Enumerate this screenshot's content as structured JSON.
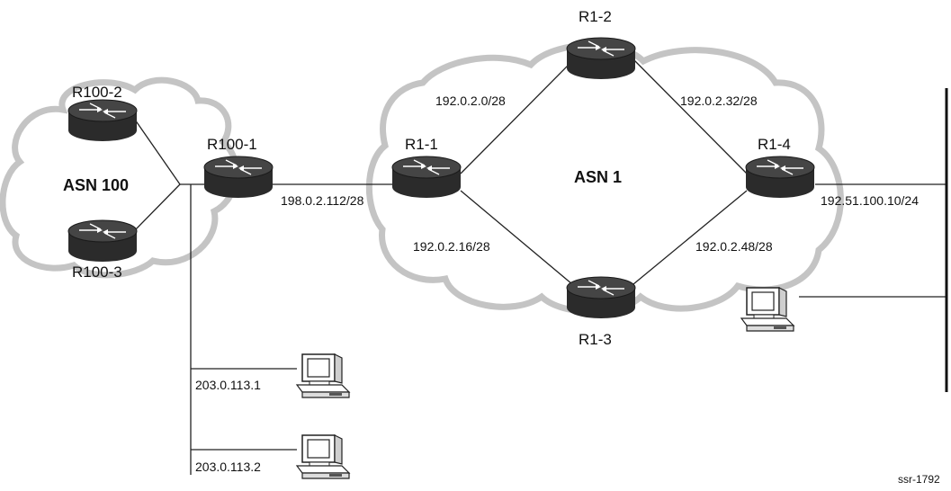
{
  "colors": {
    "cloud": "#c4c4c4",
    "router_body": "#2b2b2b",
    "router_top": "#444444",
    "line": "#222222"
  },
  "icons": {
    "router": "router-icon",
    "host": "computer-icon",
    "cloud": "cloud-shape"
  },
  "clouds": {
    "asn100": "ASN 100",
    "asn1": "ASN 1"
  },
  "routers": {
    "r100_2": "R100-2",
    "r100_3": "R100-3",
    "r100_1": "R100-1",
    "r1_1": "R1-1",
    "r1_2": "R1-2",
    "r1_3": "R1-3",
    "r1_4": "R1-4"
  },
  "subnets": {
    "r100_1_r1_1": "198.0.2.112/28",
    "r1_1_r1_2": "192.0.2.0/28",
    "r1_2_r1_4": "192.0.2.32/28",
    "r1_1_r1_3": "192.0.2.16/28",
    "r1_3_r1_4": "192.0.2.48/28",
    "r1_4_lan": "192.51.100.10/24"
  },
  "hosts": {
    "host_1": "203.0.113.1",
    "host_2": "203.0.113.2"
  },
  "figure_id": "ssr-1792"
}
